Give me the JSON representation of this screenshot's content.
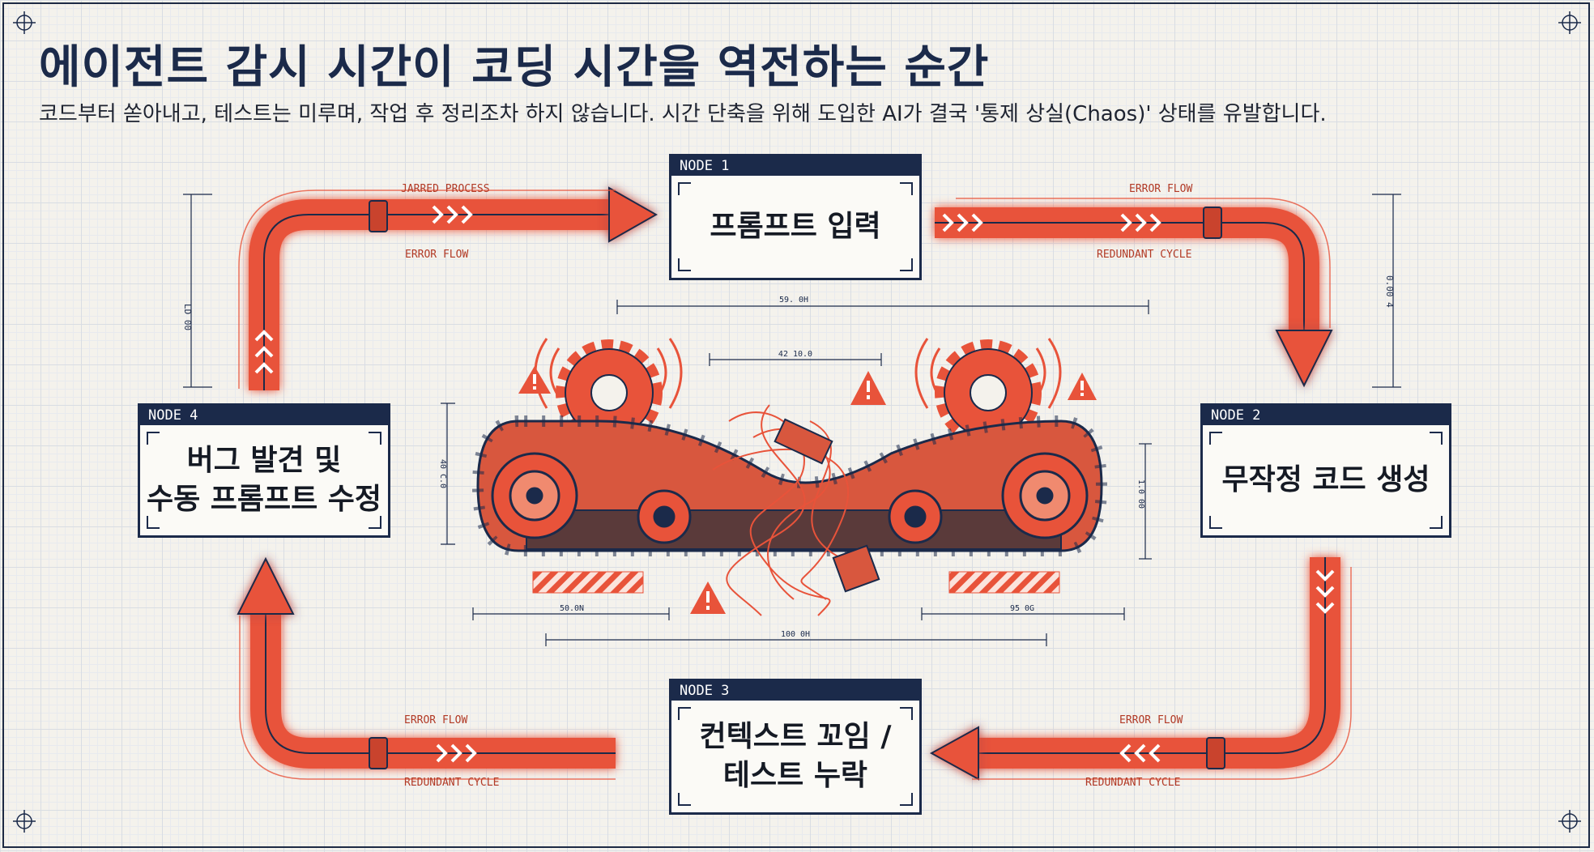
{
  "header": {
    "title": "에이전트 감시 시간이 코딩 시간을 역전하는 순간",
    "subtitle": "코드부터 쏟아내고, 테스트는 미루며, 작업 후 정리조차 하지 않습니다. 시간 단축을 위해 도입한 AI가 결국 '통제 상실(Chaos)' 상태를 유발합니다."
  },
  "nodes": [
    {
      "tag": "NODE 1",
      "label": "프롬프트 입력"
    },
    {
      "tag": "NODE 2",
      "label": "무작정 코드 생성"
    },
    {
      "tag": "NODE 3",
      "label": "컨텍스트 꼬임 /\n테스트 누락"
    },
    {
      "tag": "NODE 4",
      "label": "버그 발견 및\n수동 프롬프트 수정"
    }
  ],
  "arrow_labels": {
    "top_left_upper": "JARRED PROCESS",
    "top_left_lower": "ERROR FLOW",
    "top_right_upper": "ERROR FLOW",
    "top_right_lower": "REDUNDANT CYCLE",
    "bottom_right_upper": "ERROR FLOW",
    "bottom_right_lower": "REDUNDANT CYCLE",
    "bottom_left_upper": "ERROR FLOW",
    "bottom_left_lower": "REDUNDANT CYCLE"
  },
  "dimensions": {
    "top_span": "59. 0H",
    "inner_span": "42 10.0",
    "bottom_left": "50.0N",
    "bottom_right": "95 0G",
    "bottom_total": "100 0H",
    "left_vertical": "LD 00",
    "left_height": "40 C.0",
    "right_vertical": "0.00 4",
    "right_height": "1.0 00"
  },
  "colors": {
    "accent": "#e8533a",
    "navy": "#1b2a4a",
    "background": "#f4f2ec"
  }
}
